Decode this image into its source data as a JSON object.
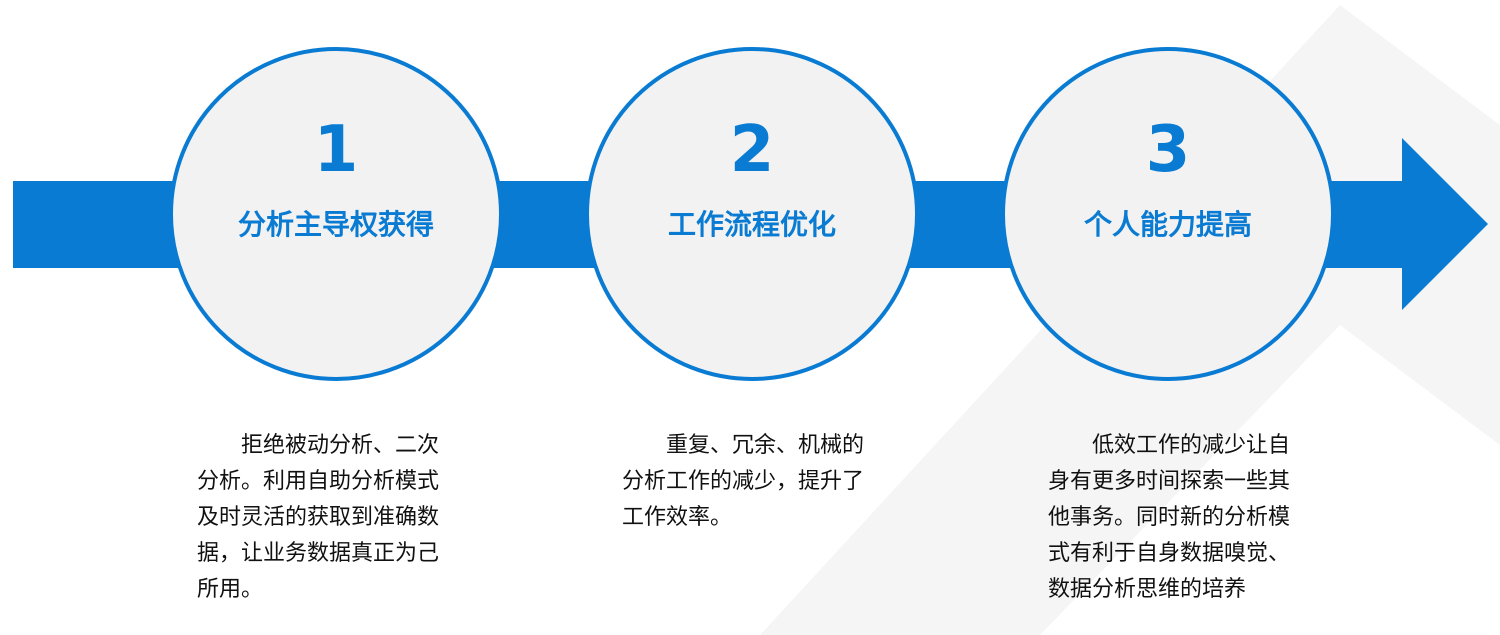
{
  "colors": {
    "accent": "#0a7bd2",
    "circle_fill": "#f2f2f2",
    "background_shape": "#f5f5f5"
  },
  "steps": [
    {
      "number": "1",
      "title": "分析主导权获得",
      "description": "拒绝被动分析、二次分析。利用自助分析模式及时灵活的获取到准确数据，让业务数据真正为己所用。"
    },
    {
      "number": "2",
      "title": "工作流程优化",
      "description": "重复、冗余、机械的分析工作的减少，提升了工作效率。"
    },
    {
      "number": "3",
      "title": "个人能力提高",
      "description": "低效工作的减少让自身有更多时间探索一些其他事务。同时新的分析模式有利于自身数据嗅觉、数据分析思维的培养"
    }
  ]
}
